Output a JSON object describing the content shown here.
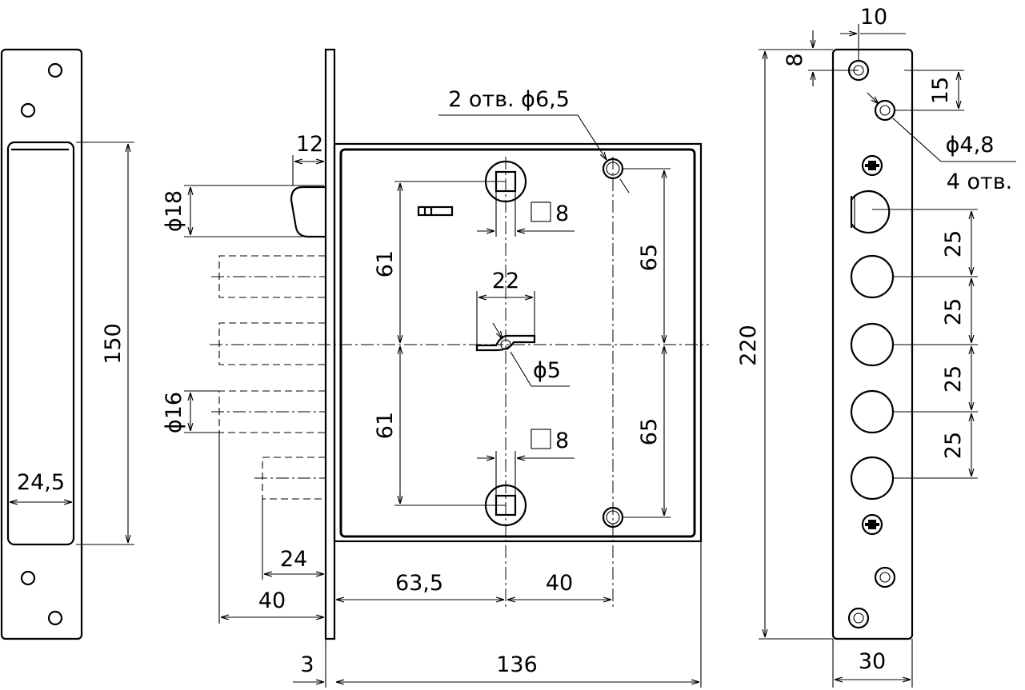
{
  "colors": {
    "ink": "#000000",
    "paper": "#ffffff"
  },
  "dims": {
    "d12": "12",
    "d18": "ϕ18",
    "d16": "ϕ16",
    "d61a": "61",
    "d61b": "61",
    "d22": "22",
    "d5": "ϕ5",
    "d8a": "8",
    "d8b": "8",
    "d65a": "65",
    "d65b": "65",
    "holes65": "2 отв. ϕ6,5",
    "d24": "24",
    "d40left": "40",
    "d635": "63,5",
    "d40": "40",
    "d3": "3",
    "d136": "136",
    "d150": "150",
    "d245": "24,5",
    "d220": "220",
    "d10": "10",
    "d8top": "8",
    "d15": "15",
    "d48": "ϕ4,8",
    "holes4": "4 отв.",
    "d25a": "25",
    "d25b": "25",
    "d25c": "25",
    "d25d": "25",
    "d30": "30"
  }
}
